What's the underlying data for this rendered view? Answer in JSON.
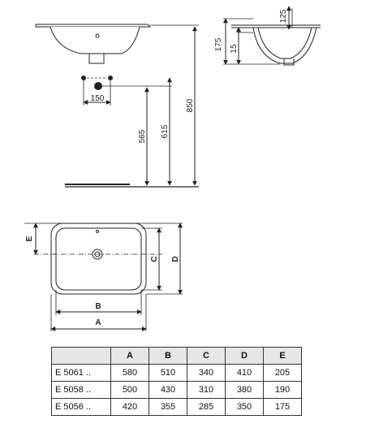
{
  "side_view": {
    "dims": {
      "bracket_spacing": "150",
      "height_a": "565",
      "height_b": "615",
      "height_total": "850"
    }
  },
  "section_view": {
    "dims": {
      "overall_depth": "175",
      "bowl_depth": "125",
      "rim_thickness": "15"
    }
  },
  "plan_view": {
    "labels": {
      "a": "A",
      "b": "B",
      "c": "C",
      "d": "D",
      "e": "E"
    }
  },
  "spec_table": {
    "headers": [
      "",
      "A",
      "B",
      "C",
      "D",
      "E"
    ],
    "rows": [
      {
        "model": "E 5061 ..",
        "values": [
          "580",
          "510",
          "340",
          "410",
          "205"
        ]
      },
      {
        "model": "E 5058 ..",
        "values": [
          "500",
          "430",
          "310",
          "380",
          "190"
        ]
      },
      {
        "model": "E 5056 ..",
        "values": [
          "420",
          "355",
          "285",
          "350",
          "175"
        ]
      }
    ]
  }
}
